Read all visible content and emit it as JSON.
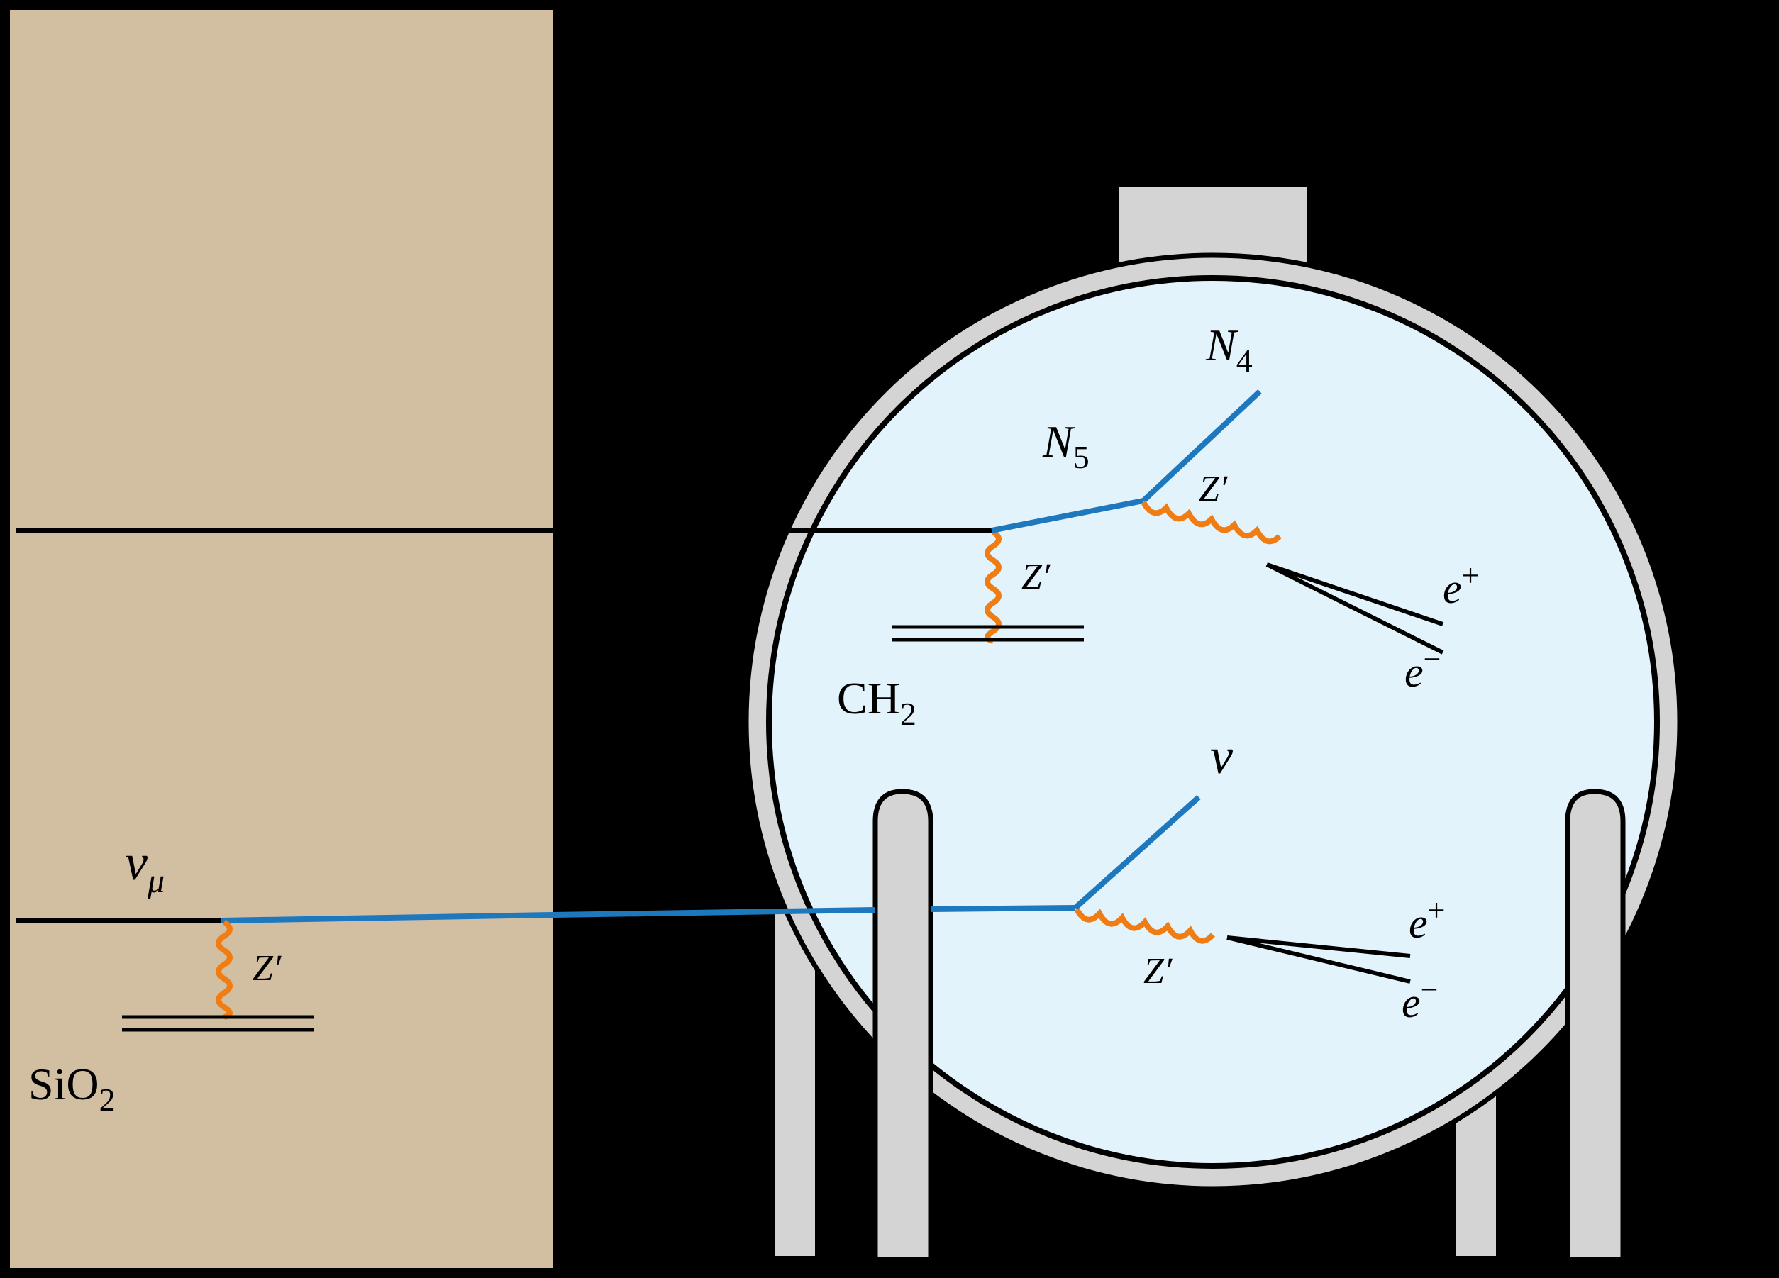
{
  "colors": {
    "background": "#000000",
    "rock": "#D2BFA2",
    "tank_fill": "#E3F3FC",
    "steel": "#D4D4D4",
    "outline": "#000000",
    "neutrino_line": "#1E78BE",
    "mediator": "#F07D14"
  },
  "labels": {
    "rock_material": {
      "main": "SiO",
      "sub": "2"
    },
    "tank_material": {
      "main": "CH",
      "sub": "2"
    },
    "incoming_neutrino": {
      "main": "ν",
      "sub": "μ"
    },
    "z_prime_rock": "Z′",
    "z_prime_tank_scatter": "Z′",
    "z_prime_upper_decay": "Z′",
    "z_prime_lower_decay": "Z′",
    "heavy_n5": {
      "main": "N",
      "sub": "5"
    },
    "heavy_n4": {
      "main": "N",
      "sub": "4"
    },
    "outgoing_neutrino": "ν",
    "upper_positron": {
      "main": "e",
      "sup": "+"
    },
    "upper_electron": {
      "main": "e",
      "sup": "−"
    },
    "lower_positron": {
      "main": "e",
      "sup": "+"
    },
    "lower_electron": {
      "main": "e",
      "sup": "−"
    }
  }
}
